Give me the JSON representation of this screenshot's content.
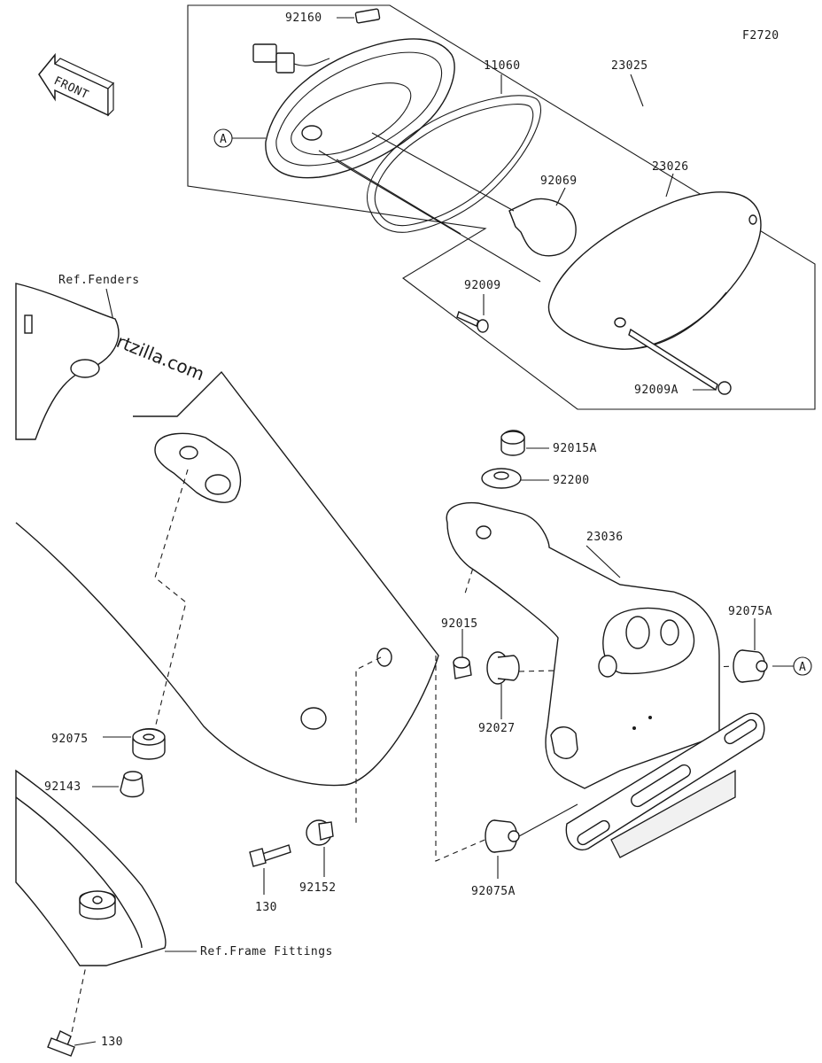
{
  "figure_code": "F2720",
  "watermark": "© Partzilla.com",
  "front_arrow_label": "FRONT",
  "callout_letter": "A",
  "labels": {
    "p92160": "92160",
    "p11060": "11060",
    "p23025": "23025",
    "p23026": "23026",
    "p92069": "92069",
    "p92009": "92009",
    "p92009A": "92009A",
    "ref_fenders": "Ref.Fenders",
    "p92015A": "92015A",
    "p92200": "92200",
    "p23036": "23036",
    "p92015": "92015",
    "p92075A_top": "92075A",
    "p92027": "92027",
    "p92075": "92075",
    "p92143": "92143",
    "p130_mid": "130",
    "p92152": "92152",
    "p92075A_bottom": "92075A",
    "ref_frame": "Ref.Frame Fittings",
    "p130_bottom": "130"
  }
}
